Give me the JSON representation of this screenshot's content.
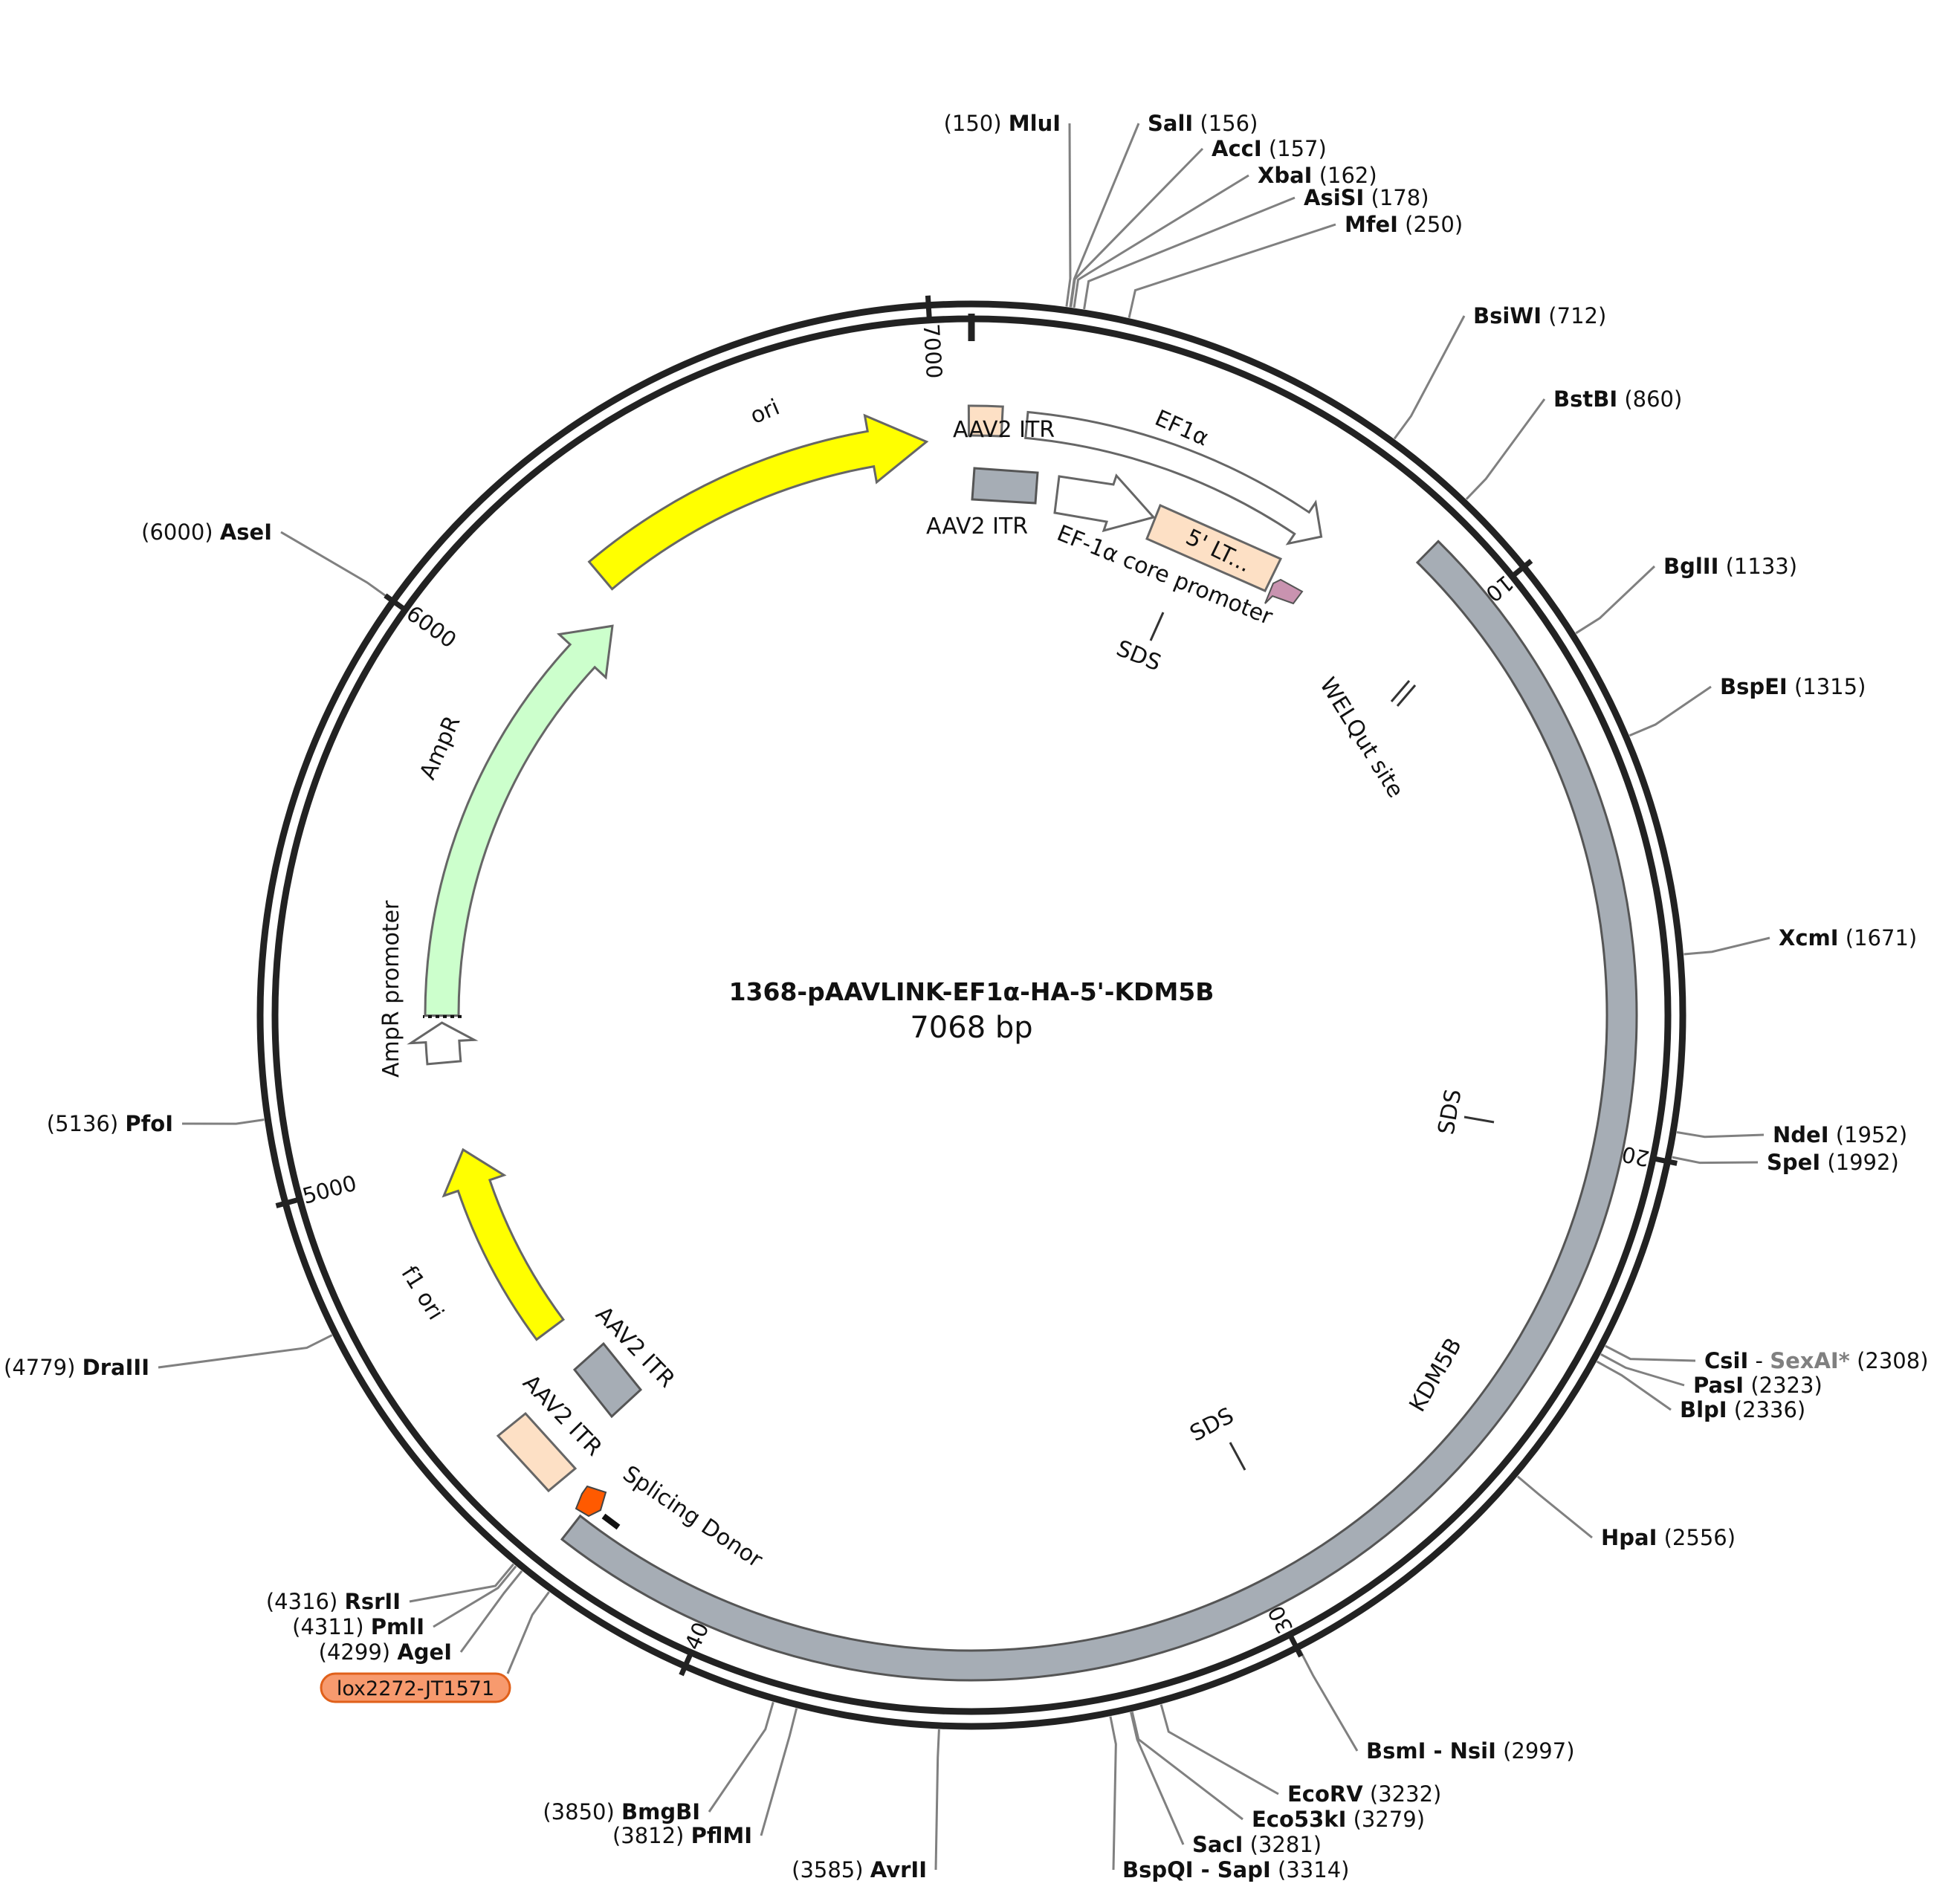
{
  "plasmid": {
    "name": "1368-pAAVLINK-EF1α-HA-5'-KDM5B",
    "length_label": "7068 bp",
    "length": 7068
  },
  "ticks": [
    {
      "pos": 1000,
      "label": "1000"
    },
    {
      "pos": 2000,
      "label": "2000"
    },
    {
      "pos": 3000,
      "label": "3000"
    },
    {
      "pos": 4000,
      "label": "4000"
    },
    {
      "pos": 5000,
      "label": "5000"
    },
    {
      "pos": 6000,
      "label": "6000"
    },
    {
      "pos": 7000,
      "label": "7000"
    }
  ],
  "sites": [
    {
      "name": "MluI",
      "pos": 150,
      "pos_label": "(150)",
      "align": "left"
    },
    {
      "name": "SalI",
      "pos": 156,
      "pos_label": "(156)",
      "align": "right"
    },
    {
      "name": "AccI",
      "pos": 157,
      "pos_label": "(157)",
      "align": "right"
    },
    {
      "name": "XbaI",
      "pos": 162,
      "pos_label": "(162)",
      "align": "right"
    },
    {
      "name": "AsiSI",
      "pos": 178,
      "pos_label": "(178)",
      "align": "right"
    },
    {
      "name": "MfeI",
      "pos": 250,
      "pos_label": "(250)",
      "align": "right"
    },
    {
      "name": "BsiWI",
      "pos": 712,
      "pos_label": "(712)",
      "align": "right"
    },
    {
      "name": "BstBI",
      "pos": 860,
      "pos_label": "(860)",
      "align": "right"
    },
    {
      "name": "BglII",
      "pos": 1133,
      "pos_label": "(1133)",
      "align": "right"
    },
    {
      "name": "BspEI",
      "pos": 1315,
      "pos_label": "(1315)",
      "align": "right"
    },
    {
      "name": "XcmI",
      "pos": 1671,
      "pos_label": "(1671)",
      "align": "right"
    },
    {
      "name": "NdeI",
      "pos": 1952,
      "pos_label": "(1952)",
      "align": "right"
    },
    {
      "name": "SpeI",
      "pos": 1992,
      "pos_label": "(1992)",
      "align": "right"
    },
    {
      "name": "CsiI",
      "extra": " - ",
      "extra_name": "SexAI*",
      "pos": 2308,
      "pos_label": "(2308)",
      "align": "right"
    },
    {
      "name": "PasI",
      "pos": 2323,
      "pos_label": "(2323)",
      "align": "right"
    },
    {
      "name": "BlpI",
      "pos": 2336,
      "pos_label": "(2336)",
      "align": "right"
    },
    {
      "name": "HpaI",
      "pos": 2556,
      "pos_label": "(2556)",
      "align": "right"
    },
    {
      "name": "BsmI - NsiI",
      "pos": 2997,
      "pos_label": "(2997)",
      "align": "right"
    },
    {
      "name": "EcoRV",
      "pos": 3232,
      "pos_label": "(3232)",
      "align": "right"
    },
    {
      "name": "Eco53kI",
      "pos": 3279,
      "pos_label": "(3279)",
      "align": "right"
    },
    {
      "name": "SacI",
      "pos": 3281,
      "pos_label": "(3281)",
      "align": "right"
    },
    {
      "name": "BspQI - SapI",
      "pos": 3314,
      "pos_label": "(3314)",
      "align": "right"
    },
    {
      "name": "AvrII",
      "pos": 3585,
      "pos_label": "(3585)",
      "align": "left"
    },
    {
      "name": "PflMI",
      "pos": 3812,
      "pos_label": "(3812)",
      "align": "left"
    },
    {
      "name": "BmgBI",
      "pos": 3850,
      "pos_label": "(3850)",
      "align": "left"
    },
    {
      "name": "AgeI",
      "pos": 4299,
      "pos_label": "(4299)",
      "align": "left"
    },
    {
      "name": "PmlI",
      "pos": 4311,
      "pos_label": "(4311)",
      "align": "left"
    },
    {
      "name": "RsrII",
      "pos": 4316,
      "pos_label": "(4316)",
      "align": "left"
    },
    {
      "name": "DraIII",
      "pos": 4779,
      "pos_label": "(4779)",
      "align": "left"
    },
    {
      "name": "PfoI",
      "pos": 5136,
      "pos_label": "(5136)",
      "align": "left"
    },
    {
      "name": "AseI",
      "pos": 6000,
      "pos_label": "(6000)",
      "align": "left"
    }
  ],
  "features": [
    {
      "id": "ori",
      "label": "ori",
      "label_inside": true
    },
    {
      "id": "aav2-itr-top-outer",
      "label": "AAV2 ITR"
    },
    {
      "id": "ef1a",
      "label": "EF1α"
    },
    {
      "id": "aav2-itr-top-inner",
      "label": "AAV2 ITR"
    },
    {
      "id": "ef1a-core",
      "label": "EF-1α core promoter"
    },
    {
      "id": "5ltr",
      "label": "5' LT...",
      "label_inside": true
    },
    {
      "id": "sds-1",
      "label": "SDS"
    },
    {
      "id": "welqut",
      "label": "WELQut site"
    },
    {
      "id": "kdm5b",
      "label": "KDM5B",
      "label_inside": true
    },
    {
      "id": "sds-2",
      "label": "SDS"
    },
    {
      "id": "sds-3",
      "label": "SDS"
    },
    {
      "id": "aav2-itr-bottom-inner",
      "label": "AAV2 ITR"
    },
    {
      "id": "aav2-itr-bottom-outer",
      "label": "AAV2 ITR"
    },
    {
      "id": "splicing-donor",
      "label": "Splicing Donor"
    },
    {
      "id": "f1-ori",
      "label": "f1 ori",
      "label_inside": true
    },
    {
      "id": "ampr",
      "label": "AmpR",
      "label_inside": true
    },
    {
      "id": "ampr-promoter",
      "label": "AmpR promoter"
    }
  ],
  "lox_tag": {
    "label": "lox2272-JT1571",
    "pos": 4245
  },
  "colors": {
    "backbone": "#222222",
    "kdm5b": "#a6adb5",
    "itr_peach": "#fde0c5",
    "ori_yellow": "#ffff00",
    "ampr_green": "#ccffcc",
    "lox_orange": "#f79a6e",
    "splice_orange": "#ff5a00",
    "welqut_pink": "#c993b0",
    "site_line": "#808080",
    "sexai_gray": "#808080"
  }
}
